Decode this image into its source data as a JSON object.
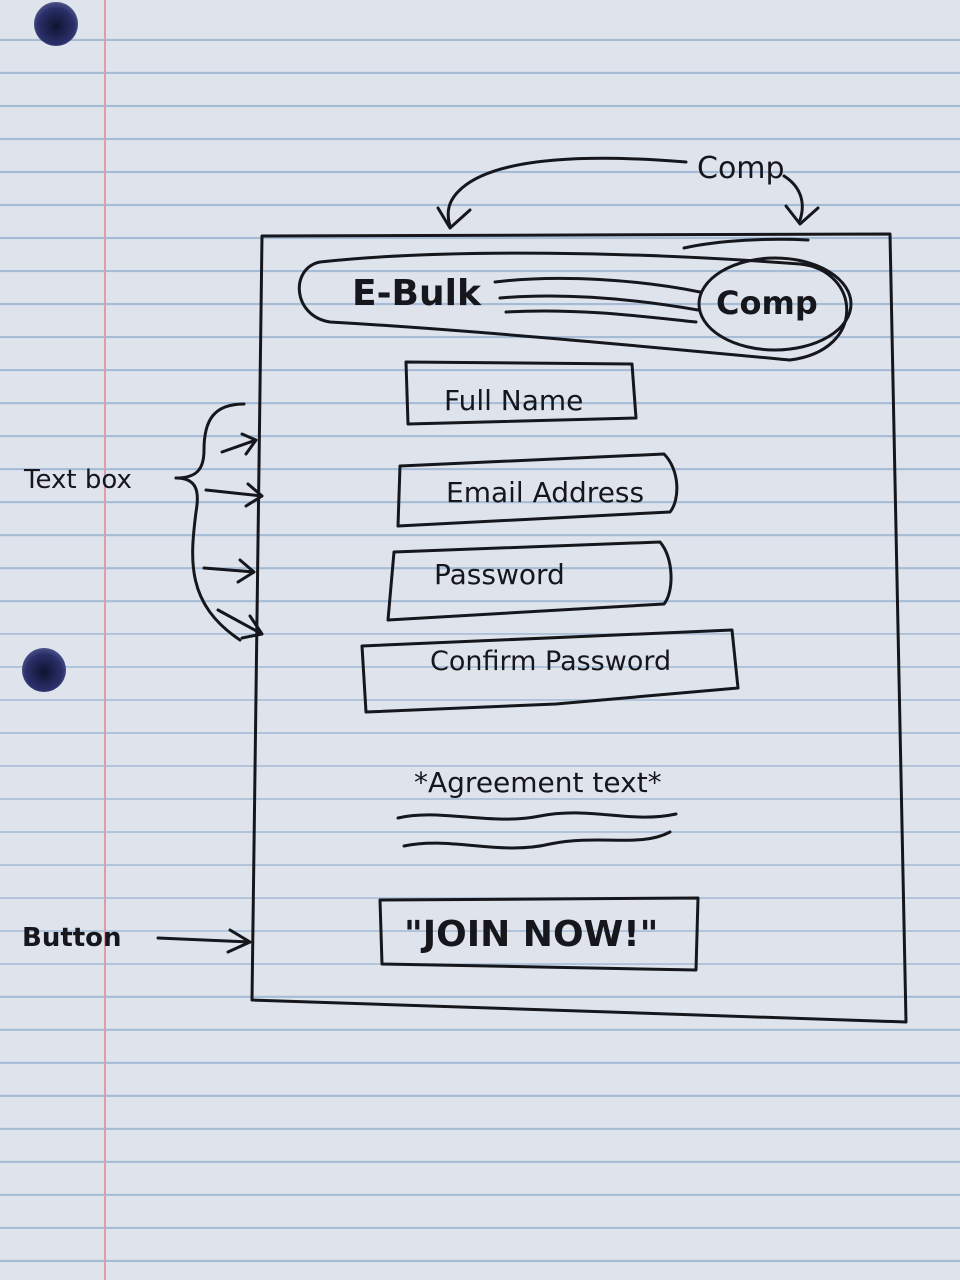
{
  "header": {
    "logo": "E-Bulk",
    "badge": "Comp"
  },
  "annotations": {
    "top_callout": "Comp",
    "text_box_label": "Text box",
    "button_label": "Button"
  },
  "form": {
    "full_name": "Full Name",
    "email": "Email Address",
    "password": "Password",
    "confirm_password": "Confirm Password",
    "agreement": "*Agreement text*",
    "join_button": "\"JOIN NOW!\""
  }
}
